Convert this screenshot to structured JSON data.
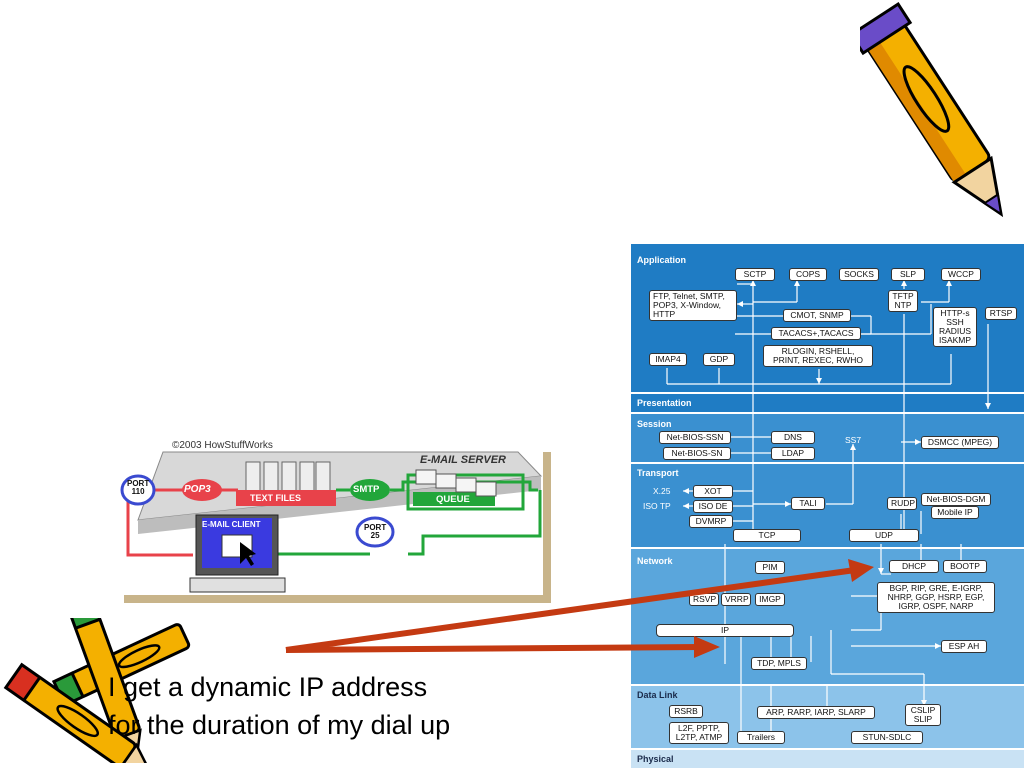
{
  "email_figure": {
    "credit": "©2003 HowStuffWorks",
    "server_label": "E-MAIL SERVER",
    "pop3": "POP3",
    "port110": "PORT\n110",
    "text_files": "TEXT FILES",
    "smtp": "SMTP",
    "queue": "QUEUE",
    "port25": "PORT\n25",
    "client": "E-MAIL CLIENT"
  },
  "layers": {
    "application": "Application",
    "presentation": "Presentation",
    "session": "Session",
    "transport": "Transport",
    "network": "Network",
    "data_link": "Data Link",
    "physical": "Physical"
  },
  "protocols": {
    "sctp": "SCTP",
    "cops": "COPS",
    "socks": "SOCKS",
    "slp": "SLP",
    "wccp": "WCCP",
    "ftp": "FTP, Telnet, SMTP,\nPOP3, X-Window,\nHTTP",
    "tftp": "TFTP\nNTP",
    "cmot": "CMOT, SNMP",
    "https": "HTTP-s\nSSH\nRADIUS\nISAKMP",
    "rtsp": "RTSP",
    "tacacs": "TACACS+,TACACS",
    "imap4": "IMAP4",
    "gdp": "GDP",
    "rlogin": "RLOGIN, RSHELL,\nPRINT, REXEC, RWHO",
    "netbios_ssn": "Net-BIOS-SSN",
    "dns": "DNS",
    "ss7": "SS7",
    "dsmcc": "DSMCC (MPEG)",
    "netbios_sn": "Net-BIOS-SN",
    "ldap": "LDAP",
    "x25": "X.25",
    "xot": "XOT",
    "tali": "TALI",
    "rudp": "RUDP",
    "netbios_dgm": "Net-BIOS-DGM",
    "iso_tp": "ISO TP",
    "iso_de": "ISO DE",
    "mobile_ip": "Mobile IP",
    "dvmrp": "DVMRP",
    "tcp": "TCP",
    "udp": "UDP",
    "pim": "PIM",
    "dhcp": "DHCP",
    "bootp": "BOOTP",
    "rsvp": "RSVP",
    "vrrp": "VRRP",
    "imgp": "IMGP",
    "bgp": "BGP, RIP, GRE, E-IGRP,\nNHRP, GGP, HSRP, EGP,\nIGRP, OSPF, NARP",
    "ip": "IP",
    "esp_ah": "ESP AH",
    "tdp": "TDP, MPLS",
    "rsrb": "RSRB",
    "arp": "ARP, RARP, IARP, SLARP",
    "cslip": "CSLIP\nSLIP",
    "l2f": "L2F, PPTP,\nL2TP, ATMP",
    "trailers": "Trailers",
    "stun": "STUN-SDLC"
  },
  "caption": {
    "line1": "I get a dynamic IP address",
    "line2": "for the duration of my dial up"
  },
  "colors": {
    "application_band": "#1f7cc4",
    "lower_band": "#4da0d8",
    "datalink_band": "#8cc3ea",
    "arrow_red": "#c43a12"
  }
}
